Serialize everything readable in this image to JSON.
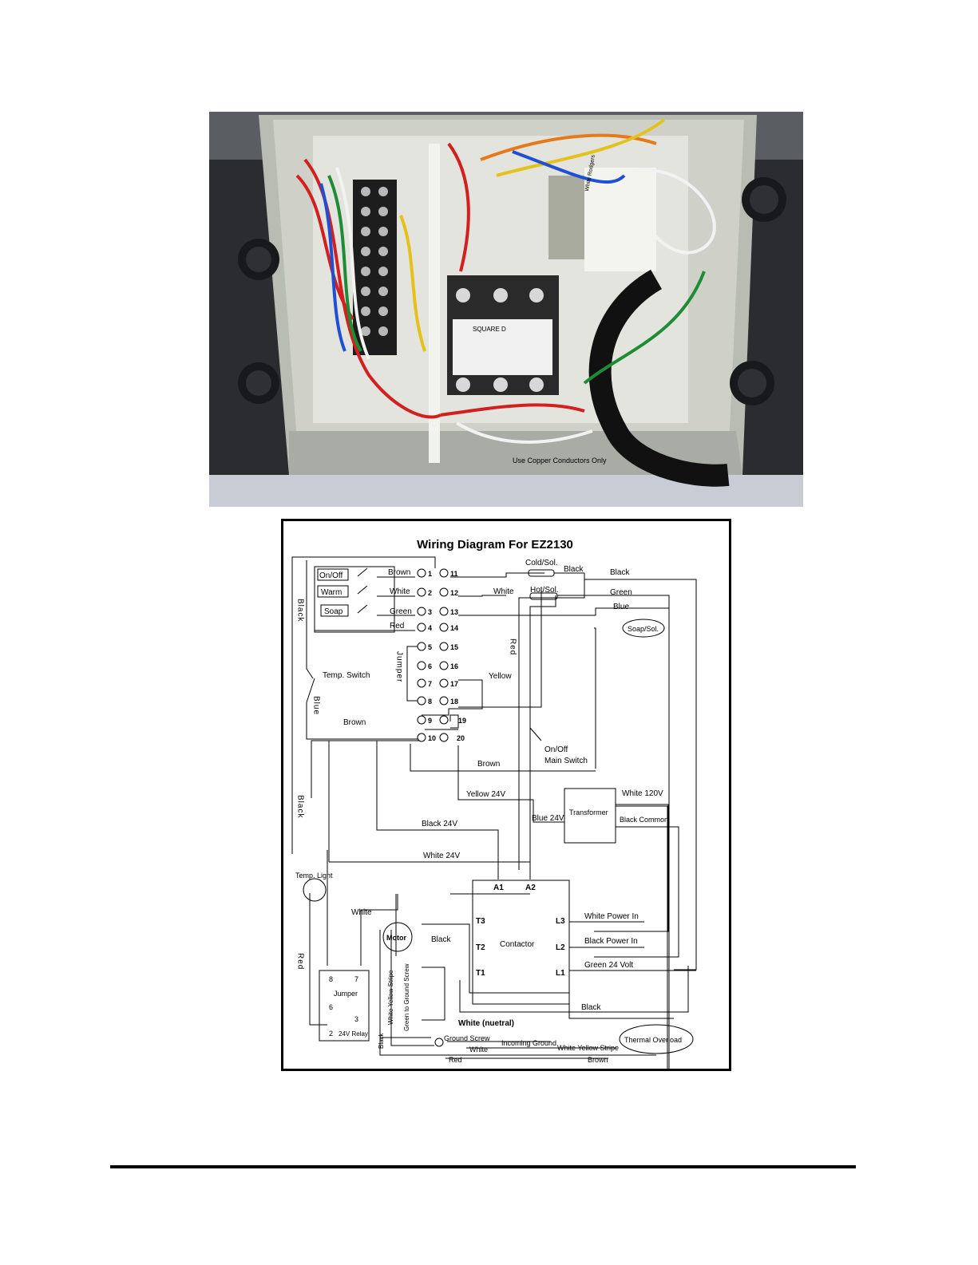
{
  "photo": {
    "component_labels": [
      "SQUARE D",
      "White Rodgers",
      "Use Copper Conductors Only"
    ]
  },
  "diagram": {
    "title": "Wiring Diagram For EZ2130",
    "switches": {
      "on_off": "On/Off",
      "warm": "Warm",
      "soap": "Soap",
      "temp_switch": "Temp. Switch",
      "main_switch_1": "On/Off",
      "main_switch_2": "Main Switch"
    },
    "terminals_left": [
      "1",
      "2",
      "3",
      "4",
      "5",
      "6",
      "7",
      "8",
      "9",
      "10"
    ],
    "terminals_right": [
      "11",
      "12",
      "13",
      "14",
      "15",
      "16",
      "17",
      "18",
      "19",
      "20"
    ],
    "wires": {
      "brown": "Brown",
      "white": "White",
      "green": "Green",
      "red": "Red",
      "black": "Black",
      "blue": "Blue",
      "yellow": "Yellow",
      "black_v": "Black",
      "blue_v": "Blue",
      "red_v": "Red",
      "jumper_v": "Jumper",
      "red_v2": "Red",
      "black_v2": "Black",
      "brown_910": "Brown",
      "brown_main": "Brown",
      "yellow_24v": "Yellow 24V",
      "white_120v": "White 120V",
      "blue_24v": "Blue 24V",
      "black_common": "Black Common",
      "black_24v": "Black 24V",
      "white_24v": "White 24V",
      "white_motor": "White",
      "black_t2": "Black",
      "white_power_in": "White Power In",
      "black_power_in": "Black Power In",
      "green_24_volt": "Green  24 Volt",
      "black_bottom": "Black",
      "white_neutral": "White (nuetral)",
      "white_yellow_stripe": "White Yellow Stripe",
      "green_ground_screw": "Green to Ground Screw",
      "black_motor": "Black",
      "ground_screw": "Ground Screw",
      "incoming_ground": "Incoming Ground",
      "white_bottom": "White",
      "wys_bottom": "White Yellow Stripe",
      "red_bottom": "Red",
      "brown_bottom": "Brown"
    },
    "components": {
      "cold_sol": "Cold/Sol.",
      "hot_sol": "Hot/Sol.",
      "soap_sol": "Soap/Sol.",
      "transformer": "Transformer",
      "temp_light": "Temp. Light",
      "motor": "Motor",
      "contactor": "Contactor",
      "thermal_overload": "Thermal Overload",
      "relay": "24V Relay",
      "jumper": "Jumper"
    },
    "contactor_terminals": {
      "a1": "A1",
      "a2": "A2",
      "t3": "T3",
      "t2": "T2",
      "t1": "T1",
      "l3": "L3",
      "l2": "L2",
      "l1": "L1"
    },
    "relay_pins": {
      "p8": "8",
      "p7": "7",
      "p6": "6",
      "p3": "3",
      "p2": "2"
    }
  }
}
